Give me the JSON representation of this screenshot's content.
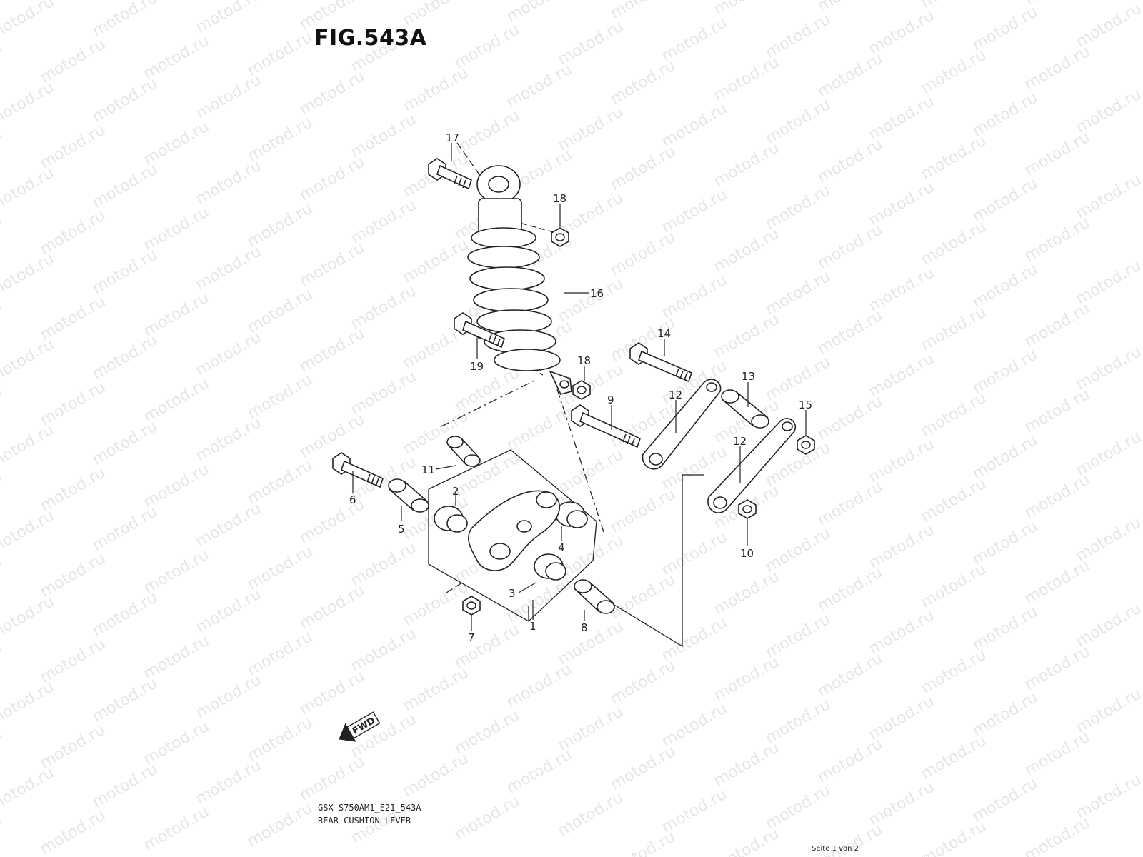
{
  "watermark_text": "motod.ru",
  "figure_title": "FIG.543A",
  "fwd_label": "FWD",
  "model_code": "GSX-S750AM1_E21_543A",
  "caption": "REAR CUSHION LEVER",
  "page_info": "Seite 1 von 2",
  "callouts": {
    "c1": "1",
    "c2": "2",
    "c3": "3",
    "c4": "4",
    "c5": "5",
    "c6": "6",
    "c7": "7",
    "c8": "8",
    "c9": "9",
    "c10": "10",
    "c11": "11",
    "c12a": "12",
    "c12b": "12",
    "c13": "13",
    "c14": "14",
    "c15": "15",
    "c16": "16",
    "c17": "17",
    "c18a": "18",
    "c18b": "18",
    "c19": "19"
  },
  "colors": {
    "line": "#222222",
    "watermark": "#e6e6e6"
  }
}
